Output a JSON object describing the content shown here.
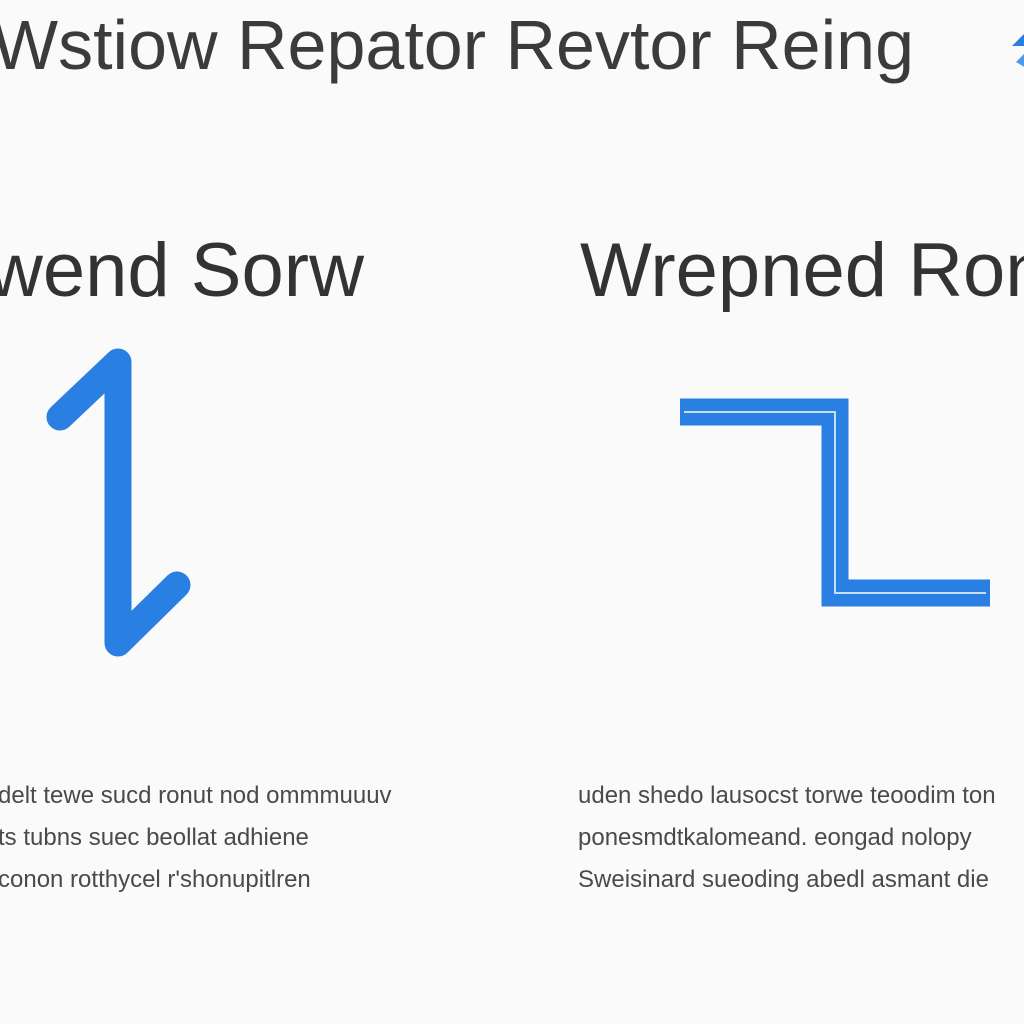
{
  "header": {
    "title": "Wstiow Repator Revtor Reing"
  },
  "panels": [
    {
      "heading": "wend Sorw",
      "icon": "up-down-arrow-icon",
      "caption_lines": [
        "delt tewe sucd ronut nod ommmuuuv",
        "ts tubns suec beollat adhiene",
        "conon rotthycel r'shonupitlren"
      ]
    },
    {
      "heading": "Wrepned Ron",
      "icon": "step-connector-icon",
      "caption_lines": [
        "uden shedo lausocst torwe teoodim ton",
        "ponesmdtkalomeand. eongad nolopy",
        "Sweisinard sueoding abedl asmant die"
      ]
    }
  ],
  "colors": {
    "accent": "#2a7fe3",
    "text": "#333333",
    "background": "#fafafa"
  }
}
